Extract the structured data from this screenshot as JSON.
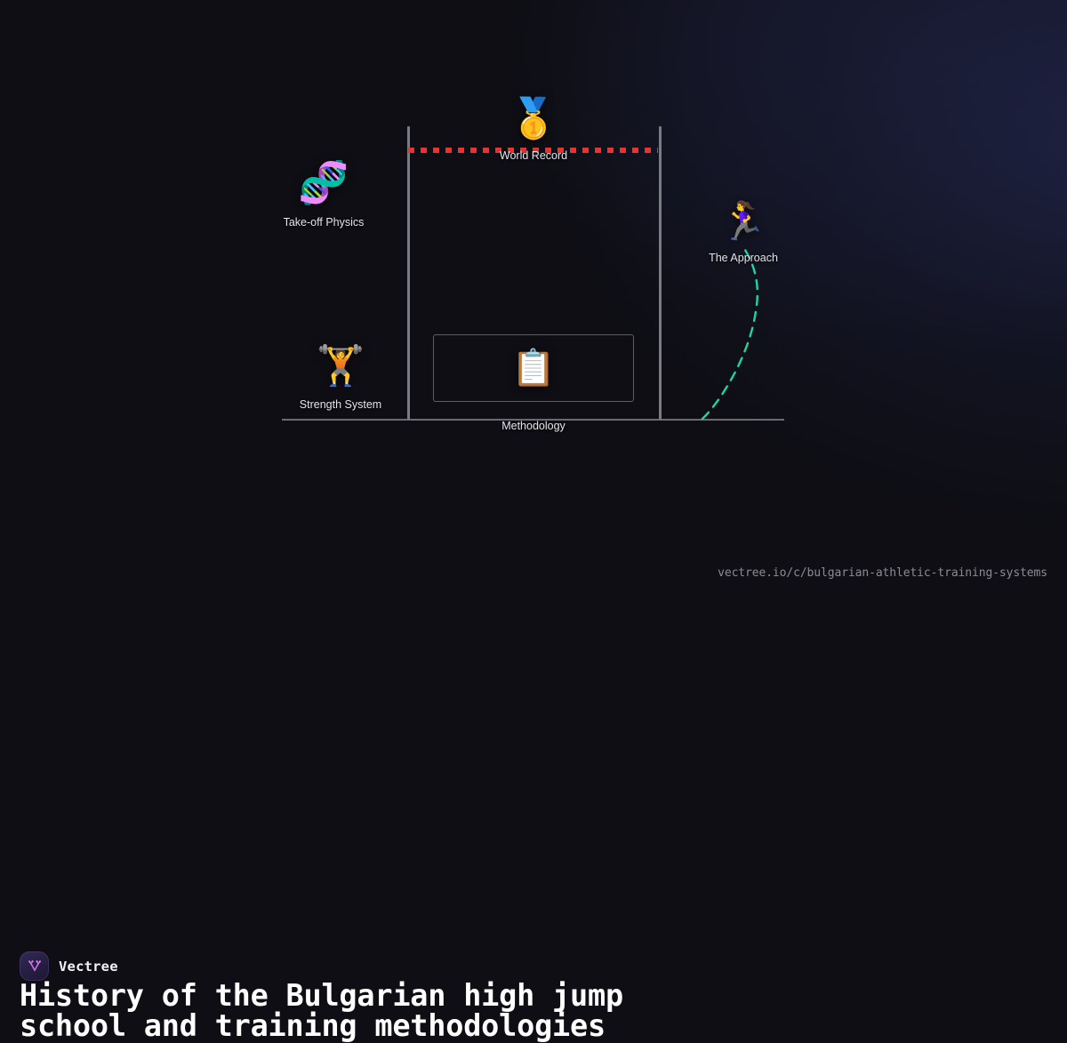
{
  "background": {
    "base_color": "#0e0e14",
    "glow_color": "#222murky"
  },
  "diagram": {
    "type": "high-jump-scene",
    "ground_label": "ground-line",
    "crossbar": {
      "color": "#f0302c",
      "style": "dashed"
    },
    "nodes": [
      {
        "id": "world-record",
        "emoji": "🥇",
        "icon_name": "gold-medal-icon",
        "label": "World Record"
      },
      {
        "id": "take-off-physics",
        "emoji": "🧬",
        "icon_name": "dna-icon",
        "label": "Take-off Physics"
      },
      {
        "id": "the-approach",
        "emoji": "🏃‍♀️",
        "icon_name": "woman-running-icon",
        "label": "The Approach"
      },
      {
        "id": "strength-system",
        "emoji": "🏋️",
        "icon_name": "weightlifter-icon",
        "label": "Strength System"
      },
      {
        "id": "methodology",
        "emoji": "📋",
        "icon_name": "clipboard-icon",
        "label": "Methodology"
      }
    ],
    "approach_path": {
      "name": "approach-run-curve",
      "color": "#1fd6a0",
      "style": "dashed"
    }
  },
  "footer": {
    "brand_name": "Vectree",
    "logo_icon": "vectree-logo-icon",
    "headline": "History of the Bulgarian high jump\nschool and training methodologies",
    "url": "vectree.io/c/bulgarian-athletic-training-systems"
  }
}
